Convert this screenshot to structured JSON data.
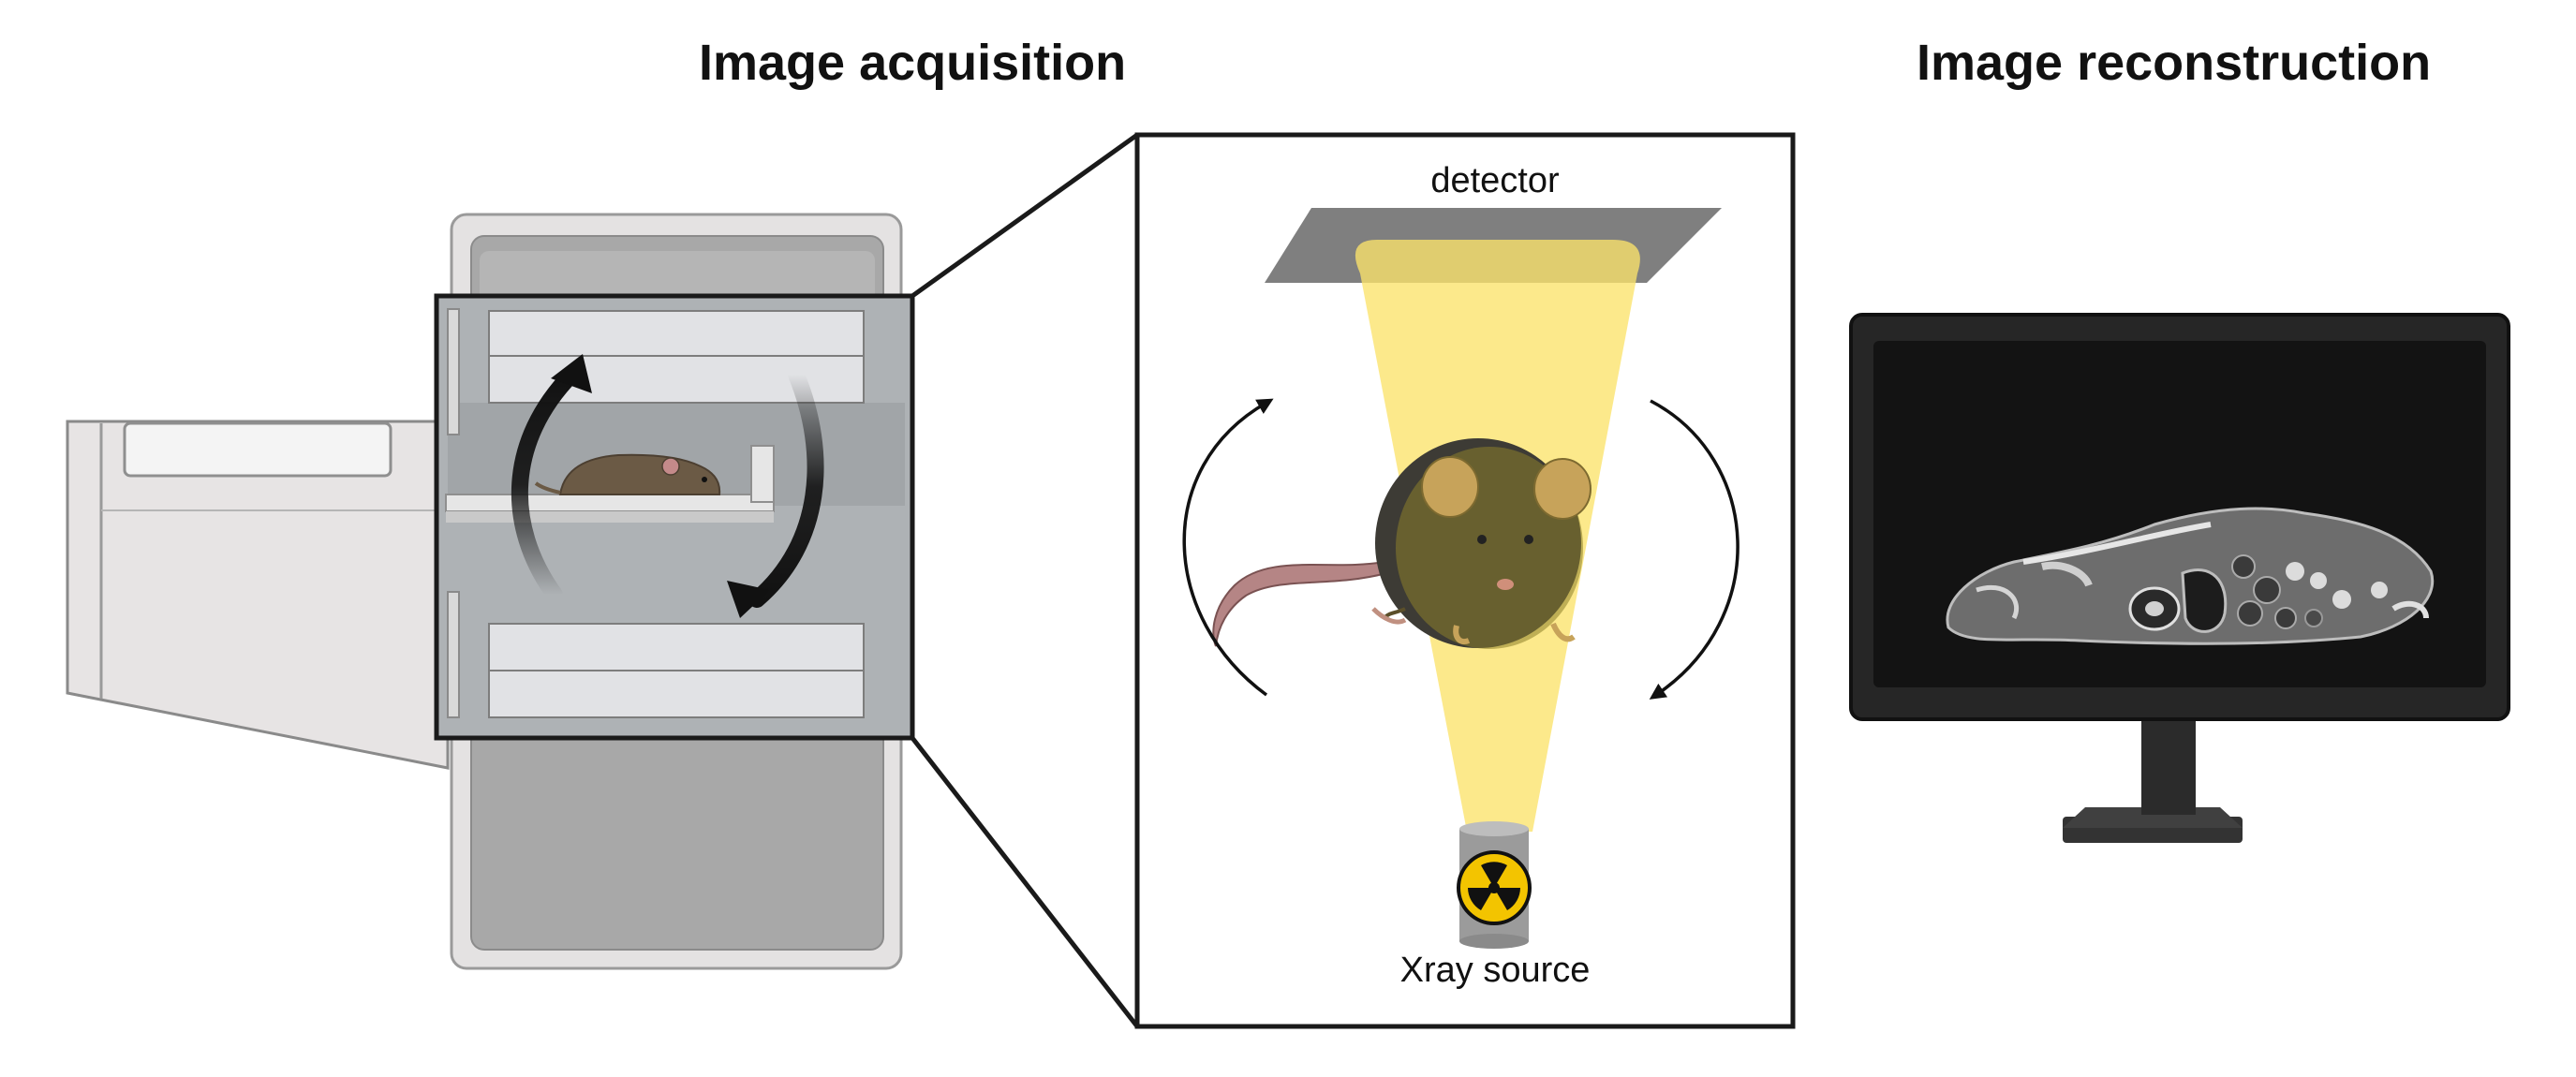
{
  "titles": {
    "acquisition": "Image acquisition",
    "reconstruction": "Image reconstruction"
  },
  "labels": {
    "detector": "detector",
    "source": "Xray source"
  },
  "colors": {
    "beam": "#fbe36a",
    "detector": "#7f7f7f",
    "scanner_frame": "#d9d9d9",
    "scanner_body": "#a7a7a7",
    "monitor": "#262626",
    "screen": "#131313",
    "mouse": "#6b5a45",
    "radiation_symbol": "#f3c400"
  }
}
